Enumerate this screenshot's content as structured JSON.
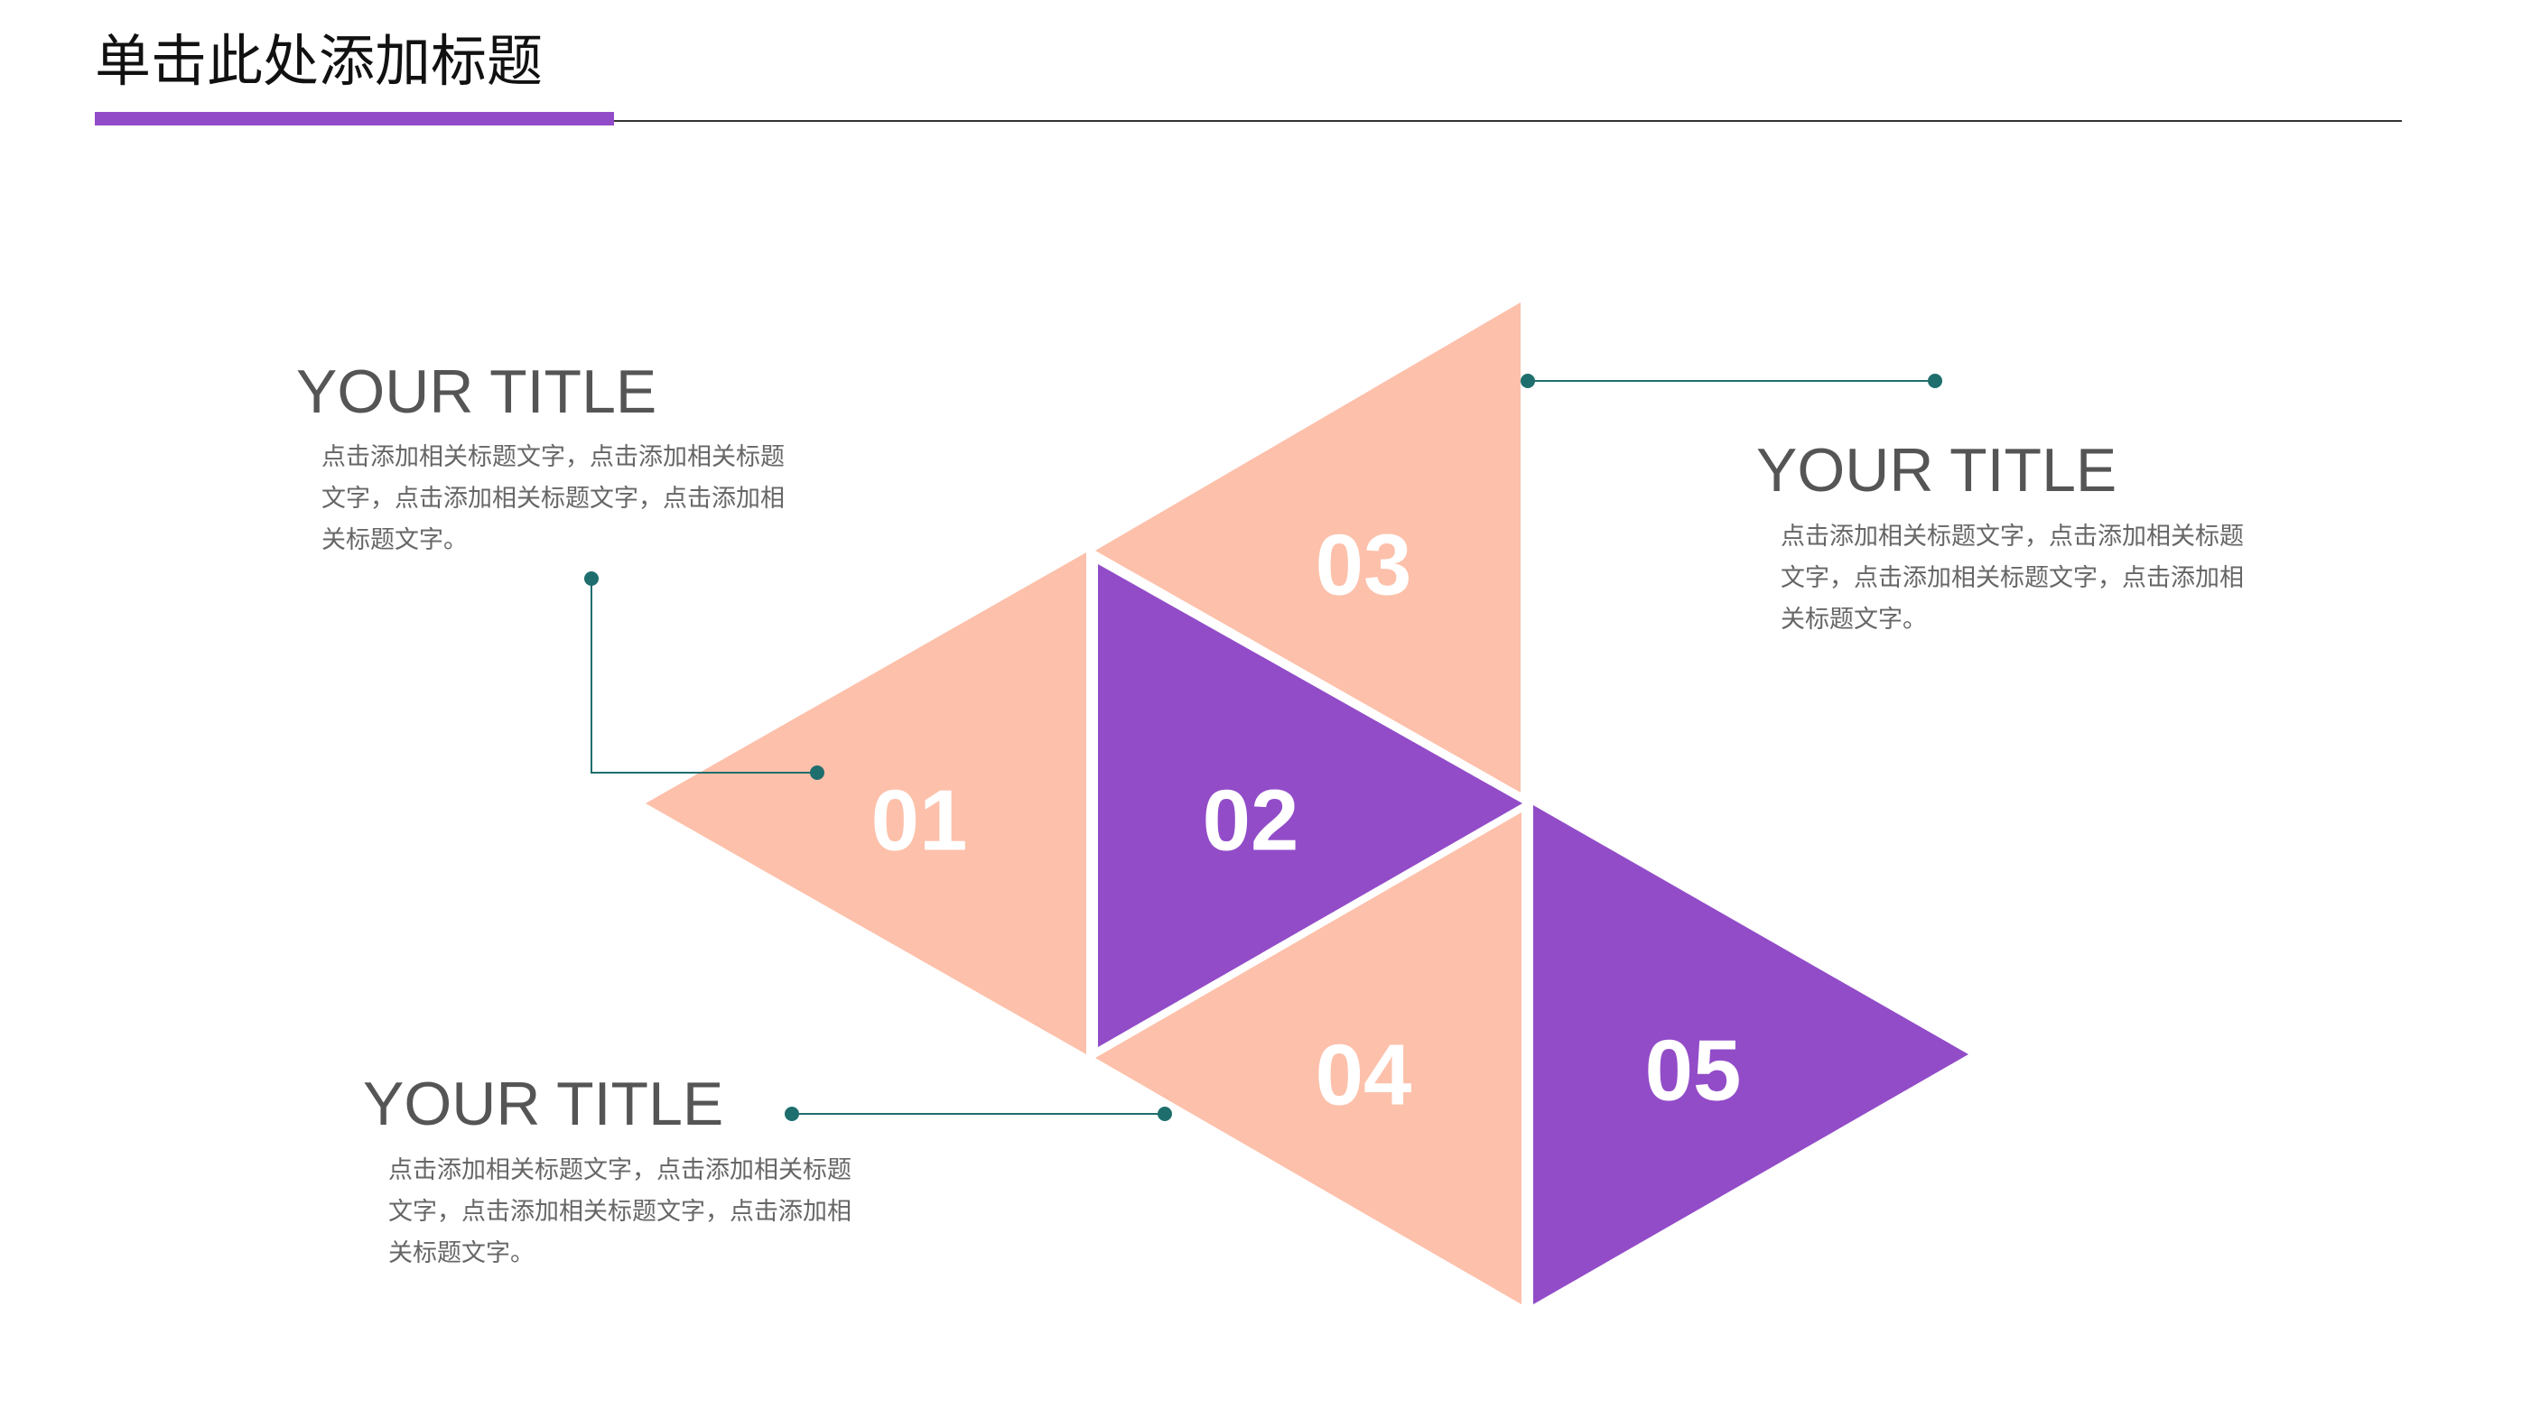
{
  "page": {
    "title": "单击此处添加标题"
  },
  "colors": {
    "accent": "#924CC8",
    "peach": "#FDC0AA",
    "purple": "#924CC8",
    "connector": "#1F6E6E",
    "rule": "#333333"
  },
  "triangles": [
    {
      "label": "01",
      "color": "peach"
    },
    {
      "label": "02",
      "color": "purple"
    },
    {
      "label": "03",
      "color": "peach"
    },
    {
      "label": "04",
      "color": "peach"
    },
    {
      "label": "05",
      "color": "purple"
    }
  ],
  "blocks": [
    {
      "title": "YOUR TITLE",
      "desc": "点击添加相关标题文字，点击添加相关标题文字，点击添加相关标题文字，点击添加相关标题文字。"
    },
    {
      "title": "YOUR TITLE",
      "desc": "点击添加相关标题文字，点击添加相关标题文字，点击添加相关标题文字，点击添加相关标题文字。"
    },
    {
      "title": "YOUR TITLE",
      "desc": "点击添加相关标题文字，点击添加相关标题文字，点击添加相关标题文字，点击添加相关标题文字。"
    }
  ]
}
